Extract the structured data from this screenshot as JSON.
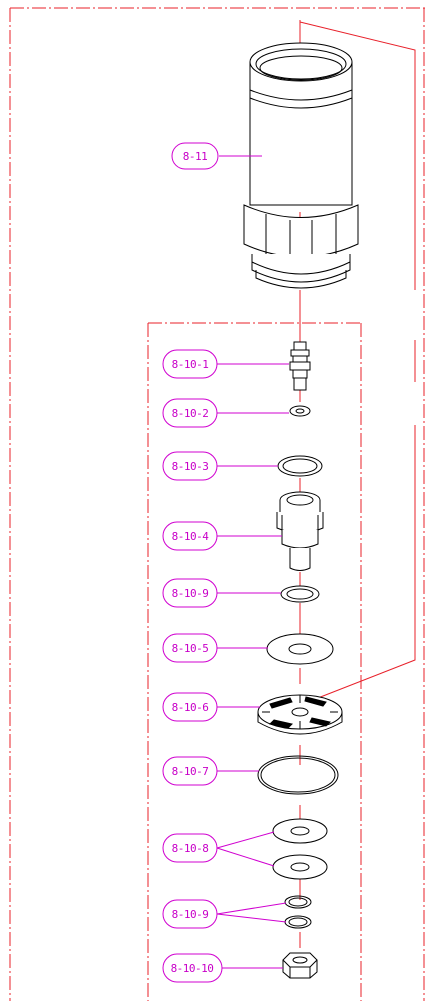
{
  "diagram": {
    "colors": {
      "frame": "#e8202a",
      "callout": "#d000d0",
      "part": "#000000",
      "background": "#ffffff"
    },
    "callouts": [
      {
        "id": "c-8-11",
        "label": "8-11"
      },
      {
        "id": "c-8-10-1",
        "label": "8-10-1"
      },
      {
        "id": "c-8-10-2",
        "label": "8-10-2"
      },
      {
        "id": "c-8-10-3",
        "label": "8-10-3"
      },
      {
        "id": "c-8-10-4",
        "label": "8-10-4"
      },
      {
        "id": "c-8-10-9a",
        "label": "8-10-9"
      },
      {
        "id": "c-8-10-5",
        "label": "8-10-5"
      },
      {
        "id": "c-8-10-6",
        "label": "8-10-6"
      },
      {
        "id": "c-8-10-7",
        "label": "8-10-7"
      },
      {
        "id": "c-8-10-8",
        "label": "8-10-8"
      },
      {
        "id": "c-8-10-9b",
        "label": "8-10-9"
      },
      {
        "id": "c-8-10-10",
        "label": "8-10-10"
      }
    ]
  }
}
